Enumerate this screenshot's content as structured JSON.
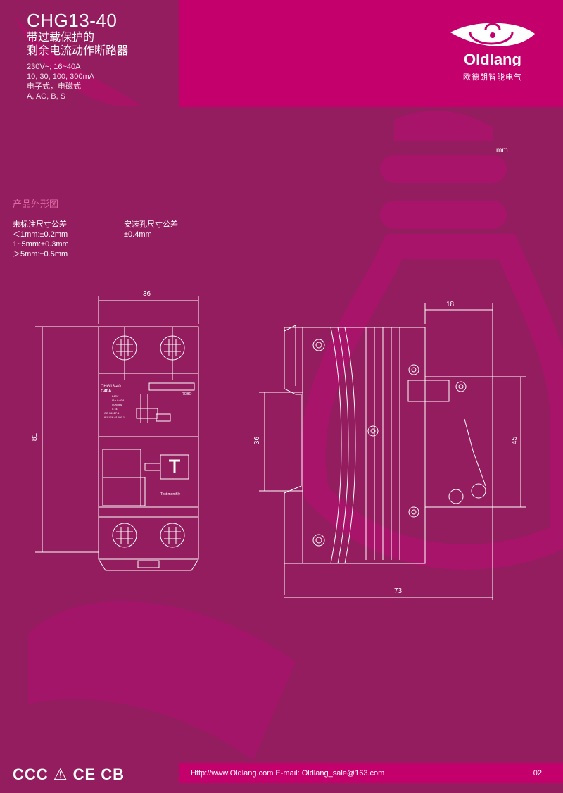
{
  "header": {
    "model": "CHG13-40",
    "title_line1": "带过载保护的",
    "title_line2": "剩余电流动作断路器",
    "specs": [
      "230V~; 16~40A",
      "10, 30, 100, 300mA",
      "电子式，电磁式",
      "A, AC, B, S"
    ]
  },
  "brand": {
    "name": "Oldlang",
    "name_cn": "欧德朗智能电气"
  },
  "unit": "mm",
  "section_title": "产品外形图",
  "tolerance": {
    "unmarked_title": "未标注尺寸公差",
    "unmarked": [
      "＜1mm:±0.2mm",
      "1~5mm:±0.3mm",
      "＞5mm:±0.5mm"
    ],
    "mounting_title": "安装孔尺寸公差",
    "mounting": "±0.4mm"
  },
  "front_view": {
    "width_dim": "36",
    "height_dim": "81",
    "label_model": "CHG13-40",
    "label_rating": "C40A",
    "label_voltage": "240V~",
    "label_in": "IΔn 0.03A",
    "label_freq": "50/60Hz",
    "label_time": "0.1s",
    "label_std1": "GB 16917.1",
    "label_std2": "IEC/EN 61009-1",
    "label_type": "RCBO",
    "test_button": "T",
    "test_text": "Test monthly"
  },
  "side_view": {
    "top_dim": "18",
    "left_dim": "36",
    "right_dim": "45",
    "bottom_dim": "73"
  },
  "footer": {
    "contact": "Http://www.Oldlang.com   E-mail: Oldlang_sale@163.com",
    "page": "02",
    "certs": "CCC ⚠ CE CB"
  },
  "colors": {
    "background": "#931d5e",
    "accent": "#c3006c"
  }
}
